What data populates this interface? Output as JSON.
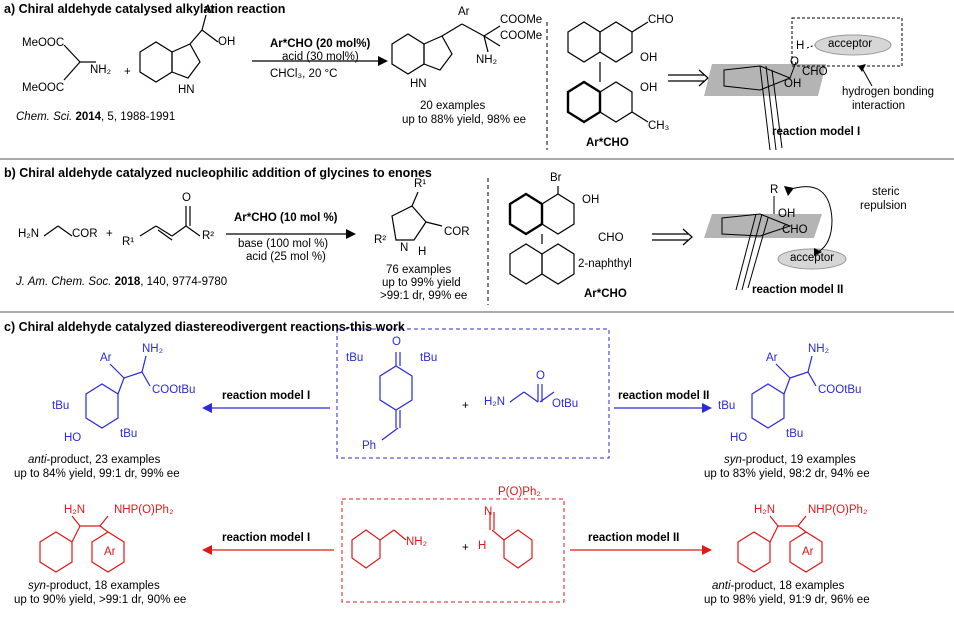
{
  "section_a": {
    "heading": "a) Chiral aldehyde catalysed alkylation reaction",
    "reagent_malonate_top": "MeOOC",
    "reagent_malonate_bottom": "MeOOC",
    "reagent_malonate_nh2": "NH₂",
    "plus": "+",
    "reagent_indole_ar": "Ar",
    "reagent_indole_oh": "OH",
    "reagent_indole_hn": "HN",
    "catalyst_loading": "Ar*CHO (20 mol%)",
    "acid_loading": "acid (30 mol%)",
    "conditions": "CHCl₃, 20 °C",
    "product_ar": "Ar",
    "product_coome_1": "COOMe",
    "product_coome_2": "COOMe",
    "product_nh2": "NH₂",
    "product_hn": "HN",
    "examples": "20 examples",
    "yield": "up to 88% yield, 98% ee",
    "reference_journal": "Chem. Sci.",
    "reference_year": "2014",
    "reference_rest": ", 5, 1988-1991",
    "cat_cho": "CHO",
    "cat_oh_1": "OH",
    "cat_oh_2": "OH",
    "cat_ch3": "CH₃",
    "cat_label": "Ar*CHO",
    "model_h": "H",
    "model_o": "O",
    "model_cho": "CHO",
    "model_oh": "OH",
    "acceptor": "acceptor",
    "hbond_label_1": "hydrogen bonding",
    "hbond_label_2": "interaction",
    "model_label": "reaction model I"
  },
  "section_b": {
    "heading": "b) Chiral aldehyde catalyzed nucleophilic addition of glycines to enones",
    "glycine": "H₂N",
    "glycine_cor": "COR",
    "plus": "+",
    "enone_r1": "R¹",
    "enone_r2": "R²",
    "enone_o": "O",
    "catalyst_loading": "Ar*CHO (10 mol %)",
    "base_loading": "base (100 mol %)",
    "acid_loading": "acid (25 mol %)",
    "product_r1": "R¹",
    "product_r2": "R²",
    "product_n": "N",
    "product_h": "H",
    "product_cor": "COR",
    "examples": "76 examples",
    "yield": "up to 99% yield",
    "selectivity": ">99:1 dr, 99% ee",
    "reference_journal": "J. Am. Chem. Soc.",
    "reference_year": "2018",
    "reference_rest": ", 140, 9774-9780",
    "cat_br": "Br",
    "cat_oh": "OH",
    "cat_cho": "CHO",
    "cat_naphthyl": "2-naphthyl",
    "cat_label": "Ar*CHO",
    "model_r": "R",
    "model_oh": "OH",
    "model_cho": "CHO",
    "acceptor": "acceptor",
    "steric_1": "steric",
    "steric_2": "repulsion",
    "model_label": "reaction model II"
  },
  "section_c": {
    "heading": "c) Chiral aldehyde catalyzed diastereodivergent reactions-this work",
    "model_i": "reaction model I",
    "model_ii": "reaction model II",
    "row1": {
      "sm_tbu_left": "tBu",
      "sm_tbu_right": "tBu",
      "sm_o": "O",
      "sm_ph": "Ph",
      "plus": "+",
      "sm_h2n": "H₂N",
      "sm_o_ester": "O",
      "sm_otbu": "OtBu",
      "left_ar": "Ar",
      "left_nh2": "NH₂",
      "left_cootbu": "COOtBu",
      "left_tbu_1": "tBu",
      "left_tbu_2": "tBu",
      "left_ho": "HO",
      "left_desc_italic": "anti",
      "left_desc_rest": "-product, 23 examples",
      "left_yield": "up to 84% yield, 99:1 dr, 99% ee",
      "right_ar": "Ar",
      "right_nh2": "NH₂",
      "right_cootbu": "COOtBu",
      "right_tbu_1": "tBu",
      "right_tbu_2": "tBu",
      "right_ho": "HO",
      "right_desc_italic": "syn",
      "right_desc_rest": "-product, 19 examples",
      "right_yield": "up to 83% yield, 98:2 dr, 94% ee"
    },
    "row2": {
      "sm_nh2": "NH₂",
      "plus": "+",
      "sm_n": "N",
      "sm_po": "P(O)Ph₂",
      "sm_h": "H",
      "left_h2n": "H₂N",
      "left_nhp": "NHP(O)Ph₂",
      "left_ar": "Ar",
      "left_desc_italic": "syn",
      "left_desc_rest": "-product, 18 examples",
      "left_yield": "up to 90% yield, >99:1 dr, 90% ee",
      "right_h2n": "H₂N",
      "right_nhp": "NHP(O)Ph₂",
      "right_ar": "Ar",
      "right_desc_italic": "anti",
      "right_desc_rest": "-product, 18 examples",
      "right_yield": "up to 98% yield, 91:9 dr, 96% ee"
    }
  },
  "colors": {
    "blue": "#2a2ad8",
    "red": "#e01818",
    "grey_plane": "#b4b4b4",
    "acceptor_fill": "#d6d6d6"
  }
}
